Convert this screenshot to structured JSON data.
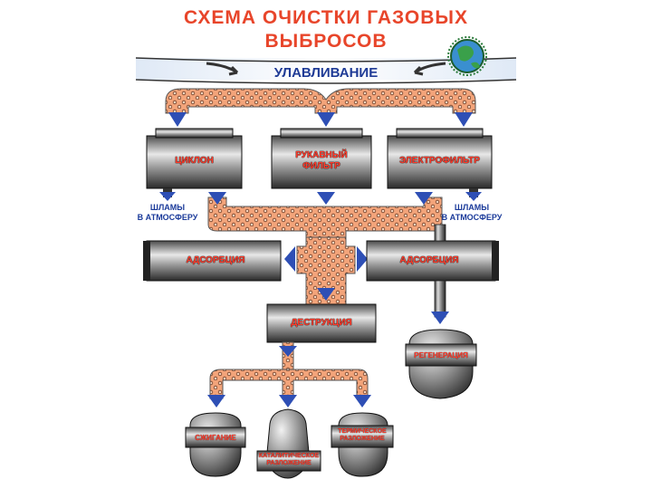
{
  "title": {
    "line1": "СХЕМА ОЧИСТКИ ГАЗОВЫХ",
    "line2": "ВЫБРОСОВ"
  },
  "capture_label": "УЛАВЛИВАНИЕ",
  "units": {
    "cyclone": "ЦИКЛОН",
    "bag_filter_line1": "РУКАВНЫЙ",
    "bag_filter_line2": "ФИЛЬТР",
    "electrofilter": "ЭЛЕКТРОФИЛЬТР",
    "adsorption_left": "АДСОРБЦИЯ",
    "adsorption_right": "АДСОРБЦИЯ",
    "destruction": "ДЕСТРУКЦИЯ",
    "regeneration": "РЕГЕНЕРАЦИЯ",
    "burning": "СЖИГАНИЕ",
    "catalytic_line1": "КАТАЛИТИЧЕСКОЕ",
    "catalytic_line2": "РАЗЛОЖЕНИЕ",
    "thermal_line1": "ТЕРМИЧЕСКОЕ",
    "thermal_line2": "РАЗЛОЖЕНИЕ"
  },
  "side_labels": {
    "left_line1": "ШЛАМЫ",
    "left_line2": "В АТМОСФЕРУ",
    "right_line1": "ШЛАМЫ",
    "right_line2": "В АТМОСФЕРУ"
  },
  "icons": {
    "logo": "globe-logo-icon",
    "arrow": "down-arrow-icon"
  },
  "colors": {
    "title": "#e8452a",
    "pipe": "#f3a47a",
    "pipe_dots": "#8a4a2a",
    "arrow": "#2e4fb5",
    "label": "#1f3b96",
    "unit_text": "#ff3a2a"
  }
}
